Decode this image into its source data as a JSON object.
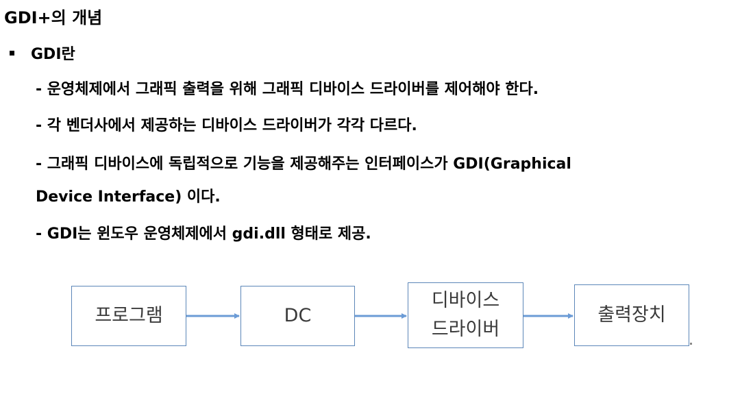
{
  "title": "GDI+의 개념",
  "section": {
    "heading": "GDI란",
    "lines": [
      "- 운영체제에서 그래픽 출력을 위해 그래픽 디바이스 드라이버를 제어해야 한다.",
      "- 각 벤더사에서 제공하는 디바이스 드라이버가 각각 다르다.",
      "- 그래픽 디바이스에 독립적으로 기능을 제공해주는 인터페이스가 GDI(Graphical",
      "Device Interface) 이다.",
      "- GDI는 윈도우 운영체제에서 gdi.dll 형태로 제공."
    ]
  },
  "diagram": {
    "boxes": [
      {
        "line1": "프로그램",
        "line2": ""
      },
      {
        "line1": "DC",
        "line2": ""
      },
      {
        "line1": "디바이스",
        "line2": "드라이버"
      },
      {
        "line1": "출력장치",
        "line2": ""
      }
    ],
    "colors": {
      "box_border": "#5b86b8",
      "arrow": "#6b9bd6"
    }
  }
}
